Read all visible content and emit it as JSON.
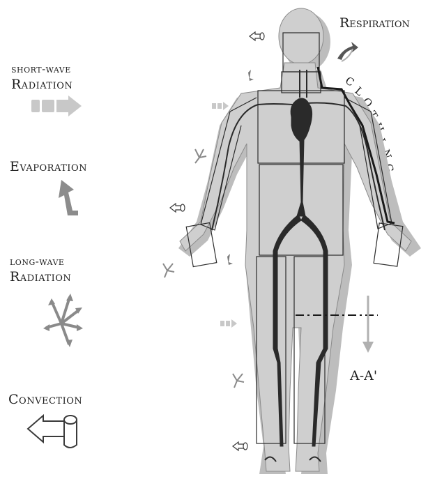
{
  "legend": {
    "shortwave": {
      "line1": "short-wave",
      "line2": "Radiation",
      "icon": "shortwave-radiation-arrow-icon"
    },
    "evaporation": {
      "label": "Evaporation",
      "icon": "evaporation-arrow-icon"
    },
    "longwave": {
      "line1": "long-wave",
      "line2": "Radiation",
      "icon": "longwave-radiation-burst-icon"
    },
    "convection": {
      "label": "Convection",
      "icon": "convection-arrow-icon"
    }
  },
  "figure": {
    "respiration_label": "Respiration",
    "clothing_label": "CLOTHING",
    "clothing_letters": [
      "C",
      "L",
      "O",
      "T",
      "H",
      "I",
      "N",
      "G"
    ],
    "section_label": "A-A'"
  },
  "colors": {
    "body_shadow": "#bdbdbd",
    "body_fill": "#cfcfcf",
    "outline": "#2a2a2a",
    "vessel": "#2a2a2a",
    "shortwave_arrow": "#c8c8c8",
    "evaporation_arrow": "#8c8c8c",
    "longwave_arrow": "#8a8a8a"
  }
}
